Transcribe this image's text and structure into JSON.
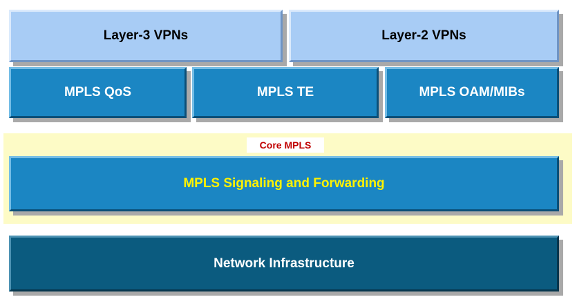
{
  "layers": {
    "l3vpn": "Layer-3 VPNs",
    "l2vpn": "Layer-2 VPNs",
    "qos": "MPLS QoS",
    "te": "MPLS TE",
    "oam": "MPLS OAM/MIBs",
    "core_label": "Core MPLS",
    "signaling": "MPLS Signaling and Forwarding",
    "infra": "Network Infrastructure"
  },
  "colors": {
    "vpn_blocks": "#a8ccf5",
    "service_blocks": "#1b86c3",
    "core_background": "#fdfbc6",
    "core_label_text": "#c00000",
    "signaling_text": "#fff200",
    "infrastructure_block": "#0b5b7f"
  }
}
